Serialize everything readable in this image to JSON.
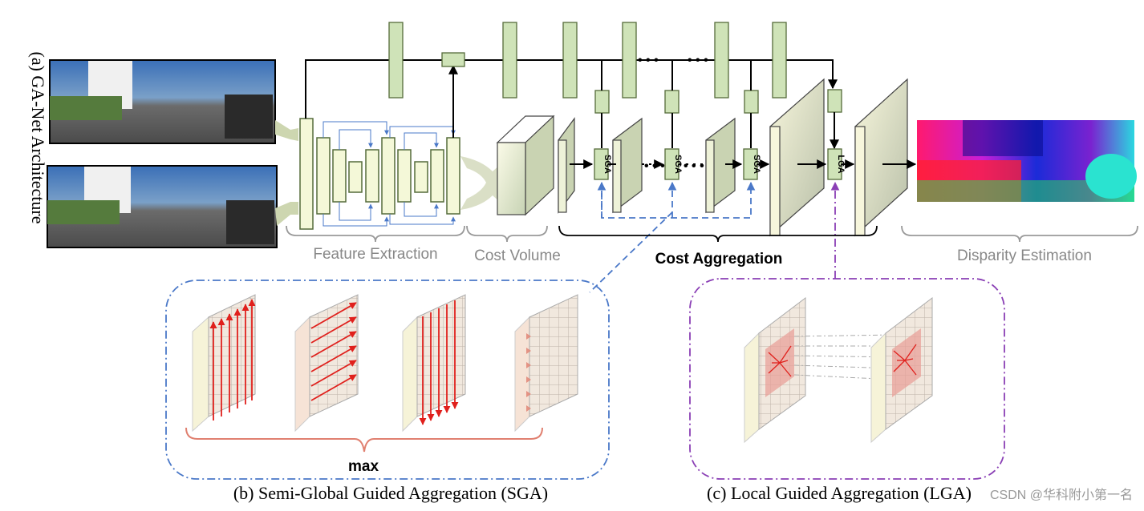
{
  "labels": {
    "side_title": "(a) GA-Net Architecture",
    "feature_extraction": "Feature Extraction",
    "cost_volume": "Cost Volume",
    "cost_aggregation": "Cost Aggregation",
    "disparity_estimation": "Disparity Estimation",
    "max": "max",
    "sga_caption": "(b) Semi-Global Guided Aggregation (SGA)",
    "lga_caption": "(c) Local Guided Aggregation (LGA)",
    "watermark": "CSDN @华科附小第一名",
    "sga_block": "SGA",
    "lga_block": "LGA",
    "ellipsis": "• • •"
  },
  "colors": {
    "guide_green": "#cfe3b8",
    "feature_yellow": "#f4f8d8",
    "sga_blue": "#4a78c8",
    "lga_purple": "#8a3fb5",
    "arrow_red": "#e0201c",
    "brace_salmon": "#e08070",
    "grid_red_cell": "#e8a29a"
  }
}
